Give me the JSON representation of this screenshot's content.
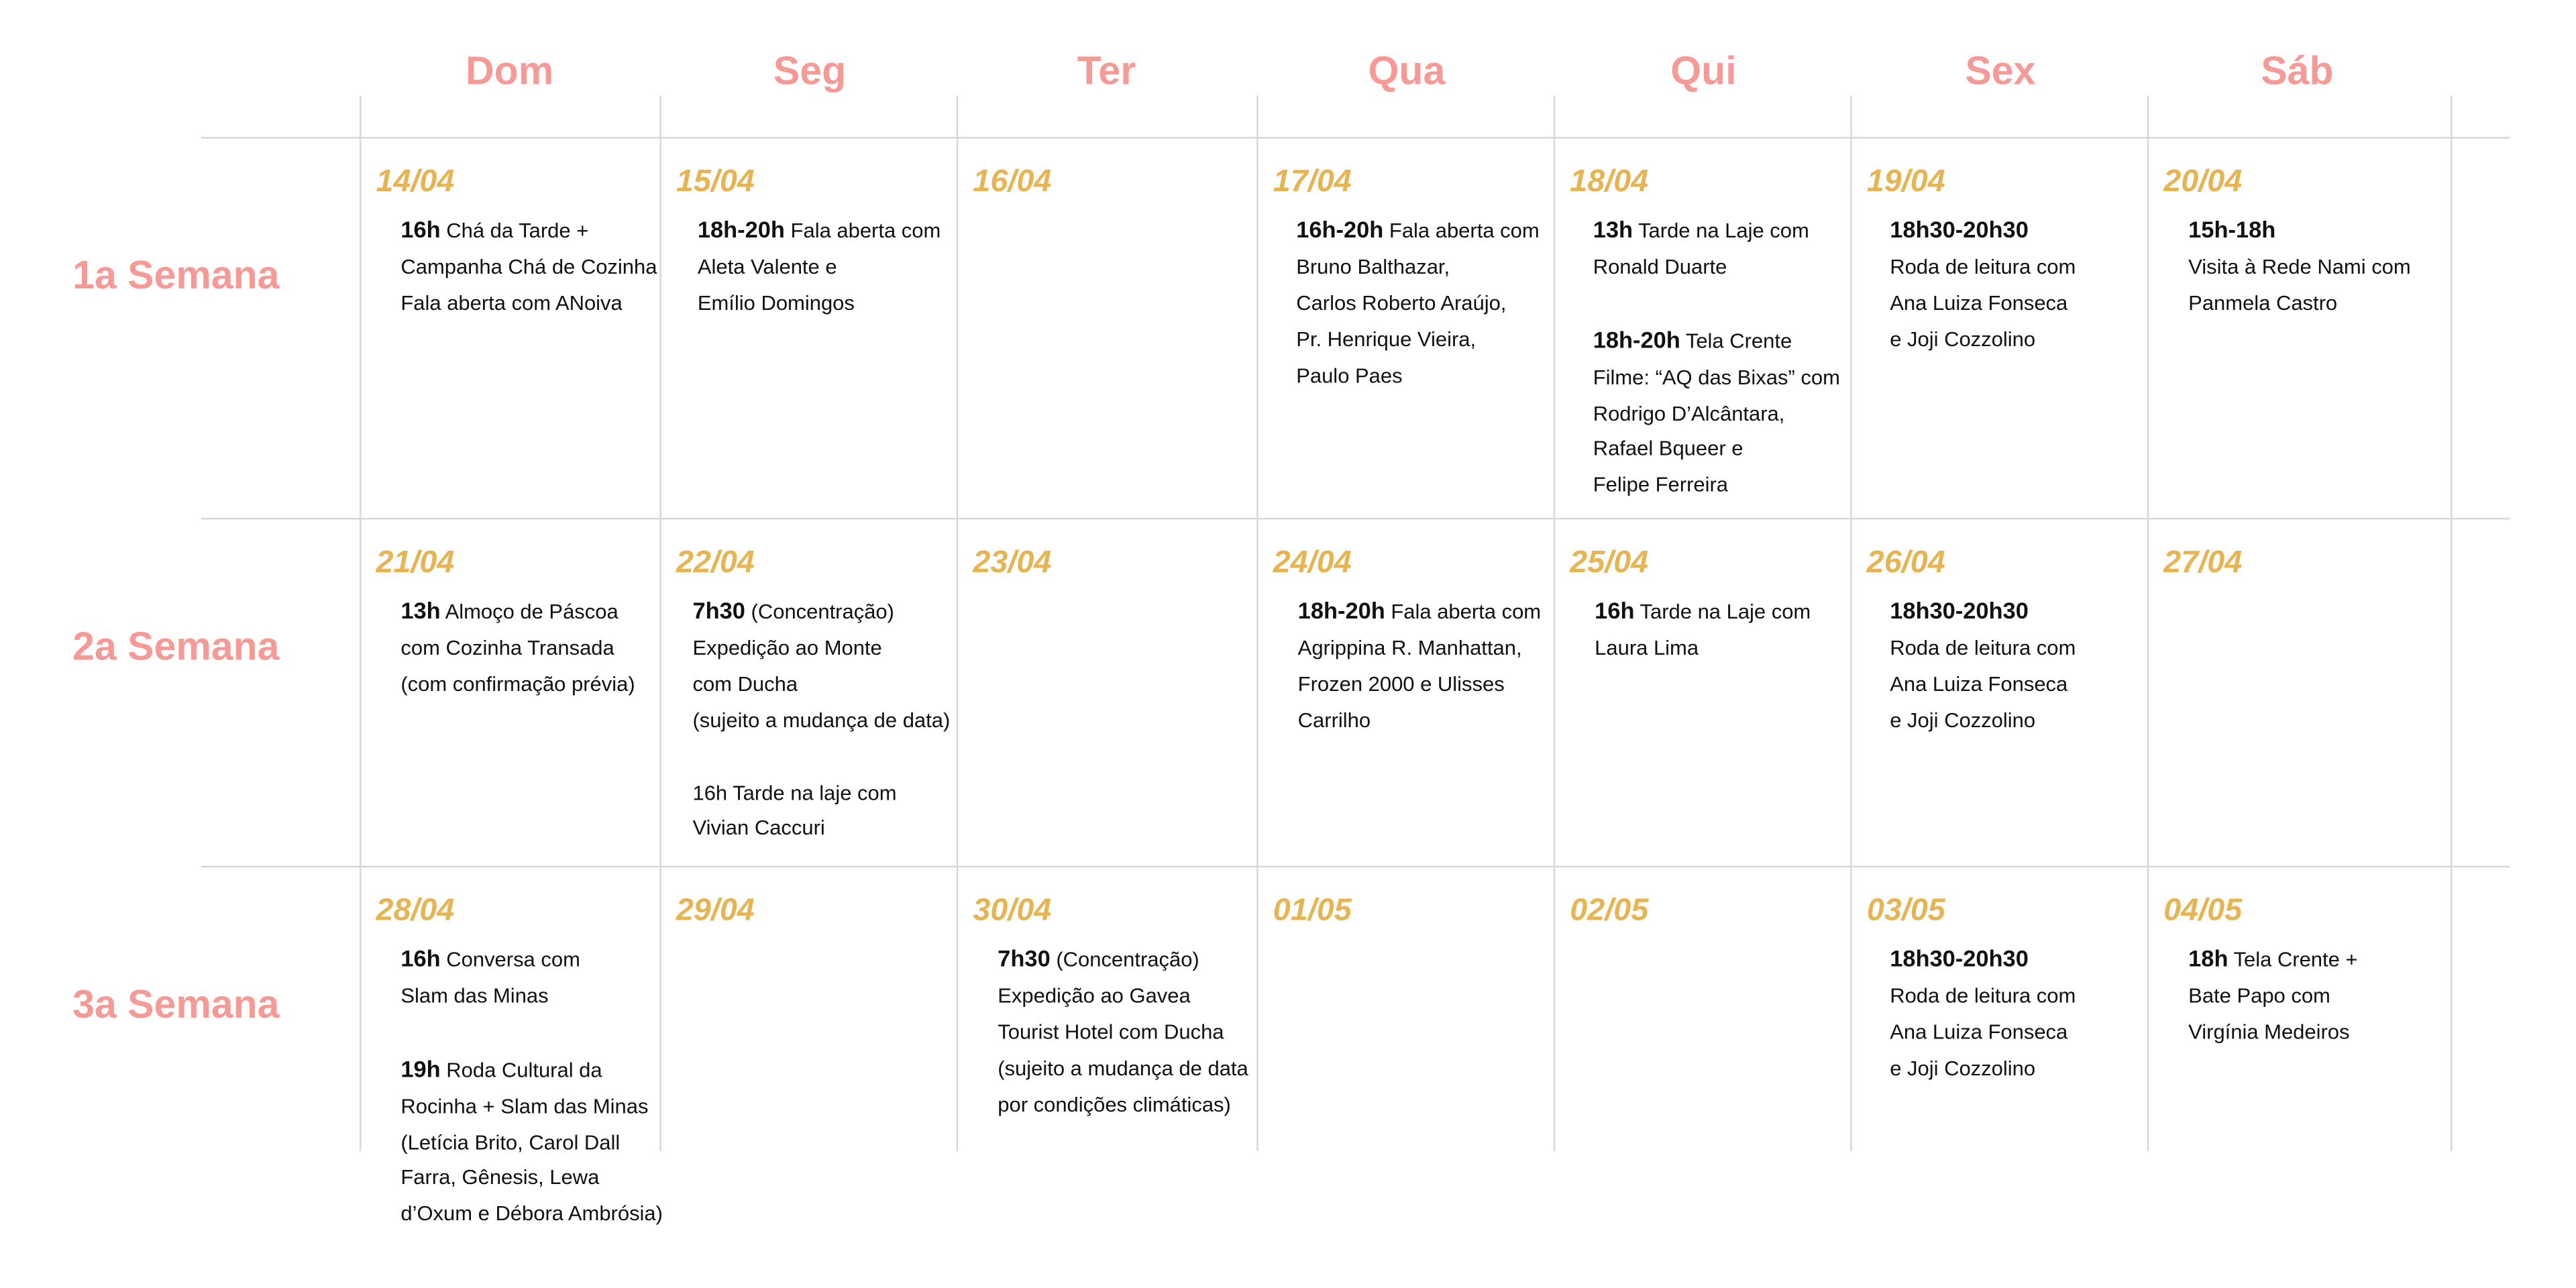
{
  "days": [
    "Dom",
    "Seg",
    "Ter",
    "Qua",
    "Qui",
    "Sex",
    "Sáb"
  ],
  "weeks": [
    {
      "label": "1a Semana",
      "cells": [
        {
          "date": "14/04",
          "lines": [
            {
              "b": "16h",
              "t": " Chá da Tarde +"
            },
            {
              "t": "Campanha Chá de Cozinha"
            },
            {
              "t": "Fala aberta com ANoiva"
            }
          ]
        },
        {
          "date": "15/04",
          "lines": [
            {
              "b": "18h-20h",
              "t": " Fala aberta com"
            },
            {
              "t": "Aleta Valente e"
            },
            {
              "t": "Emílio Domingos"
            }
          ]
        },
        {
          "date": "16/04",
          "lines": []
        },
        {
          "date": "17/04",
          "lines": [
            {
              "b": "16h-20h",
              "t": " Fala aberta com"
            },
            {
              "t": "Bruno Balthazar,"
            },
            {
              "t": "Carlos Roberto Araújo,"
            },
            {
              "t": "Pr. Henrique Vieira,"
            },
            {
              "t": "Paulo Paes"
            }
          ]
        },
        {
          "date": "18/04",
          "lines": [
            {
              "b": "13h",
              "t": " Tarde na Laje com"
            },
            {
              "t": "Ronald Duarte"
            },
            {
              "gap": true
            },
            {
              "b": "18h-20h",
              "t": " Tela Crente"
            },
            {
              "t": "Filme: “AQ das Bixas” com"
            },
            {
              "t": "Rodrigo D’Alcântara,"
            },
            {
              "t": "Rafael Bqueer e"
            },
            {
              "t": "Felipe Ferreira"
            }
          ]
        },
        {
          "date": "19/04",
          "lines": [
            {
              "b": "18h30-20h30",
              "t": ""
            },
            {
              "t": "Roda de leitura com"
            },
            {
              "t": "Ana Luiza Fonseca"
            },
            {
              "t": "e Joji Cozzolino"
            }
          ]
        },
        {
          "date": "20/04",
          "lines": [
            {
              "b": "15h-18h",
              "t": ""
            },
            {
              "t": "Visita à Rede Nami com"
            },
            {
              "t": "Panmela Castro"
            }
          ]
        }
      ]
    },
    {
      "label": "2a Semana",
      "cells": [
        {
          "date": "21/04",
          "lines": [
            {
              "b": "13h",
              "t": " Almoço de Páscoa"
            },
            {
              "t": "com Cozinha Transada"
            },
            {
              "t": "(com confirmação prévia)"
            }
          ]
        },
        {
          "date": "22/04",
          "lines": [
            {
              "b": "7h30",
              "t": " (Concentração)"
            },
            {
              "t": "Expedição ao Monte"
            },
            {
              "t": "com Ducha"
            },
            {
              "t": "(sujeito a mudança de data)"
            },
            {
              "gap": true
            },
            {
              "t": "16h Tarde na laje com"
            },
            {
              "t": "Vivian Caccuri"
            }
          ]
        },
        {
          "date": "23/04",
          "lines": []
        },
        {
          "date": "24/04",
          "lines": [
            {
              "b": "18h-20h",
              "t": " Fala aberta com"
            },
            {
              "t": "Agrippina R. Manhattan,"
            },
            {
              "t": "Frozen 2000 e Ulisses"
            },
            {
              "t": "Carrilho"
            }
          ]
        },
        {
          "date": "25/04",
          "lines": [
            {
              "b": "16h",
              "t": " Tarde na Laje com"
            },
            {
              "t": "Laura Lima"
            }
          ]
        },
        {
          "date": "26/04",
          "lines": [
            {
              "b": "18h30-20h30",
              "t": ""
            },
            {
              "t": "Roda de leitura com"
            },
            {
              "t": "Ana Luiza Fonseca"
            },
            {
              "t": "e Joji Cozzolino"
            }
          ]
        },
        {
          "date": "27/04",
          "lines": []
        }
      ]
    },
    {
      "label": "3a Semana",
      "cells": [
        {
          "date": "28/04",
          "lines": [
            {
              "b": "16h",
              "t": " Conversa com"
            },
            {
              "t": "Slam das Minas"
            },
            {
              "gap": true
            },
            {
              "b": "19h",
              "t": " Roda Cultural da"
            },
            {
              "t": "Rocinha + Slam das Minas"
            },
            {
              "t": "(Letícia Brito, Carol Dall"
            },
            {
              "t": "Farra, Gênesis, Lewa"
            },
            {
              "t": "d’Oxum e Débora Ambrósia)"
            }
          ]
        },
        {
          "date": "29/04",
          "lines": []
        },
        {
          "date": "30/04",
          "lines": [
            {
              "b": "7h30",
              "t": " (Concentração)"
            },
            {
              "t": "Expedição ao Gavea"
            },
            {
              "t": "Tourist Hotel com Ducha"
            },
            {
              "t": "(sujeito a mudança de data"
            },
            {
              "t": "por condições climáticas)"
            }
          ]
        },
        {
          "date": "01/05",
          "lines": []
        },
        {
          "date": "02/05",
          "lines": []
        },
        {
          "date": "03/05",
          "lines": [
            {
              "b": "18h30-20h30",
              "t": ""
            },
            {
              "t": "Roda de leitura com"
            },
            {
              "t": "Ana Luiza Fonseca"
            },
            {
              "t": "e Joji Cozzolino"
            }
          ]
        },
        {
          "date": "04/05",
          "lines": [
            {
              "b": "18h",
              "t": " Tela Crente +"
            },
            {
              "t": "Bate Papo com"
            },
            {
              "t": "Virgínia Medeiros"
            }
          ]
        }
      ]
    }
  ]
}
